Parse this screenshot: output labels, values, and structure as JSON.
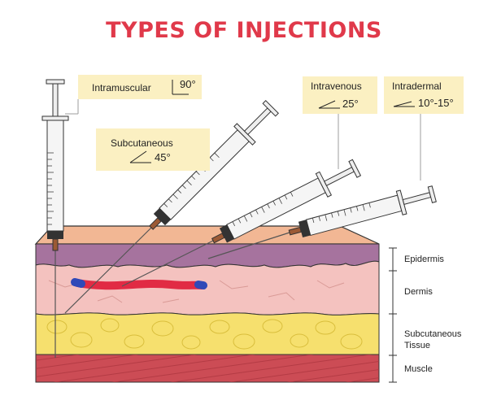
{
  "title": "TYPES OF INJECTIONS",
  "colors": {
    "title": "#e0394a",
    "label_box": "#fbf0c2",
    "skin_top": "#f2b794",
    "epidermis": "#a6739e",
    "dermis": "#f4c2bf",
    "subcutaneous": "#f6e06e",
    "muscle": "#cc4c55",
    "artery": "#e12b44",
    "vein": "#2f49b8"
  },
  "injections": [
    {
      "name": "Intramuscular",
      "angle": "90°"
    },
    {
      "name": "Subcutaneous",
      "angle": "45°"
    },
    {
      "name": "Intravenous",
      "angle": "25°"
    },
    {
      "name": "Intradermal",
      "angle": "10°-15°"
    }
  ],
  "layers": [
    {
      "name": "Epidermis"
    },
    {
      "name": "Dermis"
    },
    {
      "name": "Subcutaneous Tissue",
      "lines": [
        "Subcutaneous",
        "Tissue"
      ]
    },
    {
      "name": "Muscle"
    }
  ]
}
